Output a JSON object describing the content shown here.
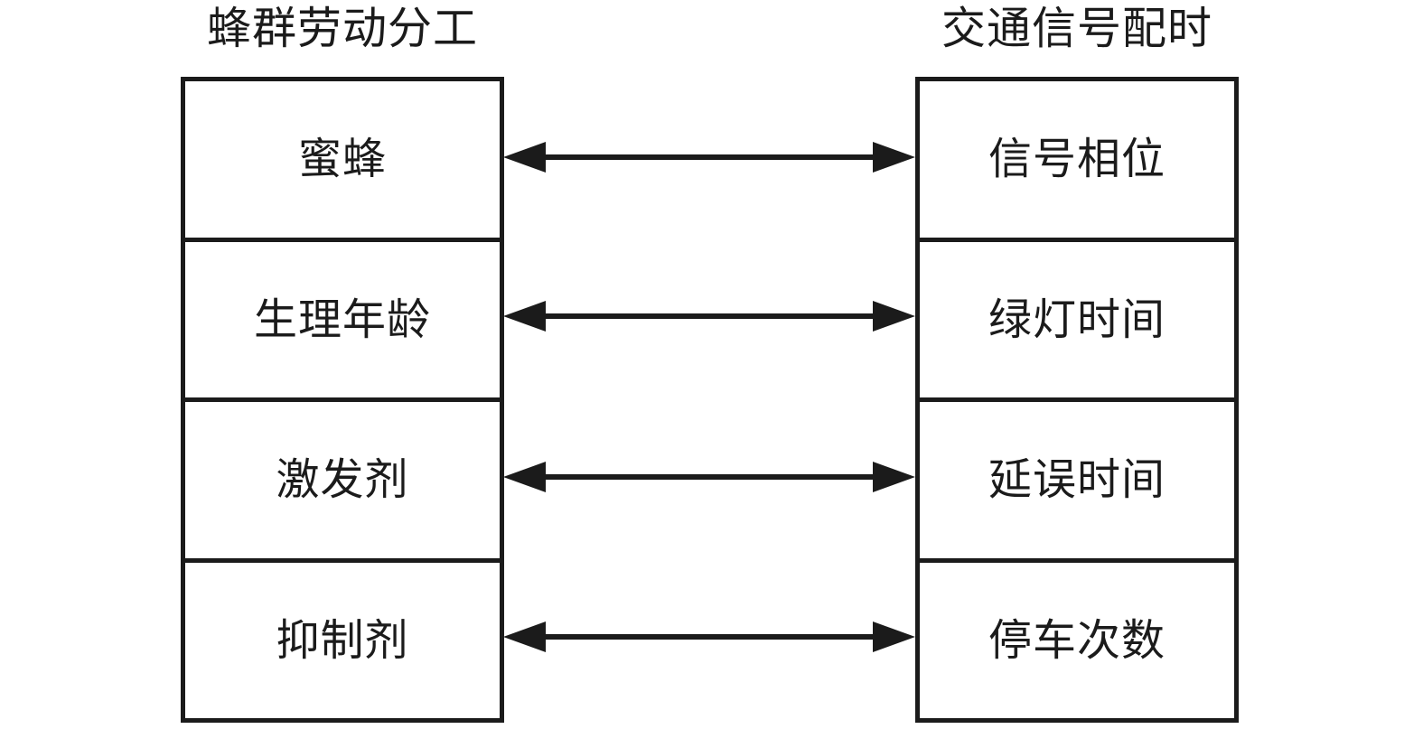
{
  "diagram": {
    "type": "mapping-correspondence",
    "columns": [
      {
        "id": "left",
        "title": "蜂群劳动分工",
        "cells": [
          {
            "label": "蜜蜂"
          },
          {
            "label": "生理年龄"
          },
          {
            "label": "激发剂"
          },
          {
            "label": "抑制剂"
          }
        ]
      },
      {
        "id": "right",
        "title": "交通信号配时",
        "cells": [
          {
            "label": "信号相位"
          },
          {
            "label": "绿灯时间"
          },
          {
            "label": "延误时间"
          },
          {
            "label": "停车次数"
          }
        ]
      }
    ],
    "connectors": [
      {
        "icon": "double-arrow-icon",
        "from": "蜜蜂",
        "to": "信号相位"
      },
      {
        "icon": "double-arrow-icon",
        "from": "生理年龄",
        "to": "绿灯时间"
      },
      {
        "icon": "double-arrow-icon",
        "from": "激发剂",
        "to": "延误时间"
      },
      {
        "icon": "double-arrow-icon",
        "from": "抑制剂",
        "to": "停车次数"
      }
    ],
    "colors": {
      "stroke": "#1b1b1b",
      "background": "#ffffff",
      "text": "#1b1b1b"
    }
  }
}
